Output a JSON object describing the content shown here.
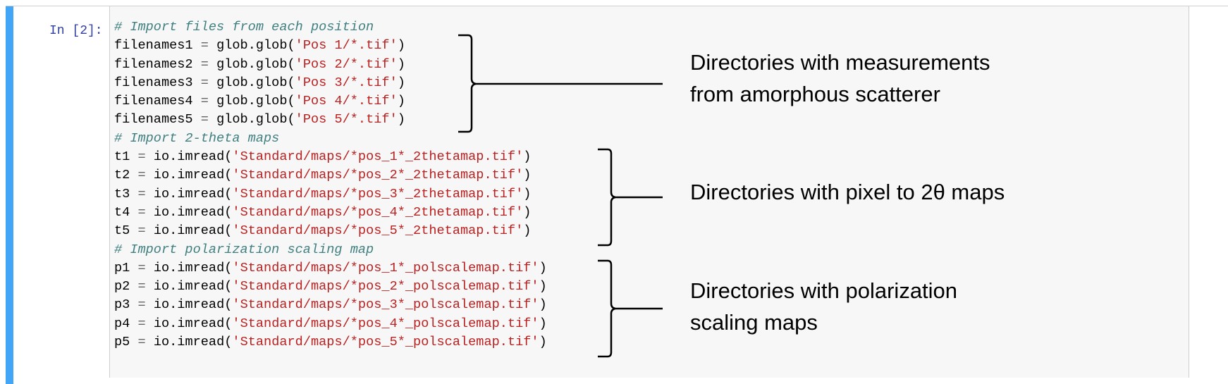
{
  "cell": {
    "prompt": "In [2]:",
    "lines": [
      {
        "type": "comment",
        "text": "# Import files from each position"
      },
      {
        "type": "code",
        "var": "filenames1",
        "op": " = ",
        "call": "glob.glob(",
        "str": "'Pos 1/*.tif'",
        "close": ")"
      },
      {
        "type": "code",
        "var": "filenames2",
        "op": " = ",
        "call": "glob.glob(",
        "str": "'Pos 2/*.tif'",
        "close": ")"
      },
      {
        "type": "code",
        "var": "filenames3",
        "op": " = ",
        "call": "glob.glob(",
        "str": "'Pos 3/*.tif'",
        "close": ")"
      },
      {
        "type": "code",
        "var": "filenames4",
        "op": " = ",
        "call": "glob.glob(",
        "str": "'Pos 4/*.tif'",
        "close": ")"
      },
      {
        "type": "code",
        "var": "filenames5",
        "op": " = ",
        "call": "glob.glob(",
        "str": "'Pos 5/*.tif'",
        "close": ")"
      },
      {
        "type": "comment",
        "text": "# Import 2-theta maps"
      },
      {
        "type": "code",
        "var": "t1",
        "op": " = ",
        "call": "io.imread(",
        "str": "'Standard/maps/*pos_1*_2thetamap.tif'",
        "close": ")"
      },
      {
        "type": "code",
        "var": "t2",
        "op": " = ",
        "call": "io.imread(",
        "str": "'Standard/maps/*pos_2*_2thetamap.tif'",
        "close": ")"
      },
      {
        "type": "code",
        "var": "t3",
        "op": " = ",
        "call": "io.imread(",
        "str": "'Standard/maps/*pos_3*_2thetamap.tif'",
        "close": ")"
      },
      {
        "type": "code",
        "var": "t4",
        "op": " = ",
        "call": "io.imread(",
        "str": "'Standard/maps/*pos_4*_2thetamap.tif'",
        "close": ")"
      },
      {
        "type": "code",
        "var": "t5",
        "op": " = ",
        "call": "io.imread(",
        "str": "'Standard/maps/*pos_5*_2thetamap.tif'",
        "close": ")"
      },
      {
        "type": "comment",
        "text": "# Import polarization scaling map"
      },
      {
        "type": "code",
        "var": "p1",
        "op": " = ",
        "call": "io.imread(",
        "str": "'Standard/maps/*pos_1*_polscalemap.tif'",
        "close": ")"
      },
      {
        "type": "code",
        "var": "p2",
        "op": " = ",
        "call": "io.imread(",
        "str": "'Standard/maps/*pos_2*_polscalemap.tif'",
        "close": ")"
      },
      {
        "type": "code",
        "var": "p3",
        "op": " = ",
        "call": "io.imread(",
        "str": "'Standard/maps/*pos_3*_polscalemap.tif'",
        "close": ")"
      },
      {
        "type": "code",
        "var": "p4",
        "op": " = ",
        "call": "io.imread(",
        "str": "'Standard/maps/*pos_4*_polscalemap.tif'",
        "close": ")"
      },
      {
        "type": "code",
        "var": "p5",
        "op": " = ",
        "call": "io.imread(",
        "str": "'Standard/maps/*pos_5*_polscalemap.tif'",
        "close": ")"
      }
    ]
  },
  "annotations": [
    {
      "line1": "Directories with measurements",
      "line2": "from amorphous scatterer"
    },
    {
      "line1": "Directories with pixel to 2θ maps",
      "line2": ""
    },
    {
      "line1": "Directories with polarization",
      "line2": "scaling maps"
    }
  ],
  "colors": {
    "accent": "#42a5f5",
    "prompt": "#303f9f",
    "string": "#ba2121",
    "comment": "#408080"
  }
}
